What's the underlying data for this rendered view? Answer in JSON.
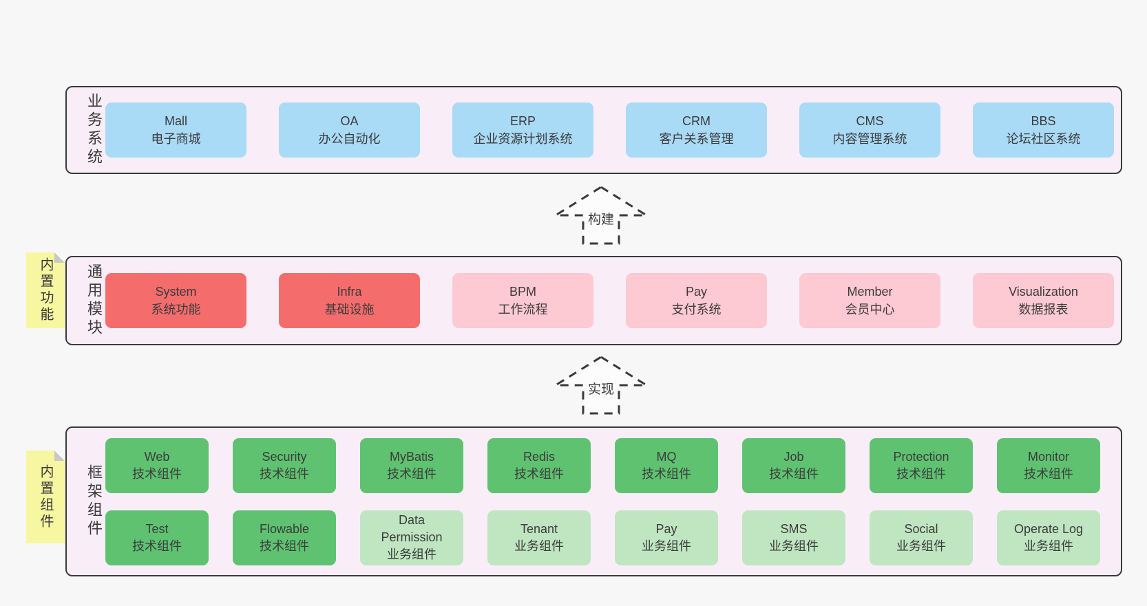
{
  "colors": {
    "page_bg": "#f7f7f7",
    "layer_bg": "#f9eef7",
    "layer_border": "#3a3a3a",
    "blue": "#a9daf6",
    "red": "#f56c6c",
    "pink": "#fdc9d2",
    "green_dark": "#5fc271",
    "green_light": "#bfe6c1",
    "sticky_yellow": "#f7f7a1",
    "text": "#3b3b3b"
  },
  "arrows": {
    "build": "构建",
    "implement": "实现"
  },
  "business_layer": {
    "label": "业务系统",
    "boxes": [
      {
        "name": "Mall",
        "desc": "电子商城"
      },
      {
        "name": "OA",
        "desc": "办公自动化"
      },
      {
        "name": "ERP",
        "desc": "企业资源计划系统"
      },
      {
        "name": "CRM",
        "desc": "客户关系管理"
      },
      {
        "name": "CMS",
        "desc": "内容管理系统"
      },
      {
        "name": "BBS",
        "desc": "论坛社区系统"
      }
    ]
  },
  "module_layer": {
    "label": "通用模块",
    "sticky": "内置功能",
    "boxes": [
      {
        "name": "System",
        "desc": "系统功能"
      },
      {
        "name": "Infra",
        "desc": "基础设施"
      },
      {
        "name": "BPM",
        "desc": "工作流程"
      },
      {
        "name": "Pay",
        "desc": "支付系统"
      },
      {
        "name": "Member",
        "desc": "会员中心"
      },
      {
        "name": "Visualization",
        "desc": "数据报表"
      }
    ]
  },
  "framework_layer": {
    "label": "框架组件",
    "sticky": "内置组件",
    "row1": [
      {
        "name": "Web",
        "desc": "技术组件"
      },
      {
        "name": "Security",
        "desc": "技术组件"
      },
      {
        "name": "MyBatis",
        "desc": "技术组件"
      },
      {
        "name": "Redis",
        "desc": "技术组件"
      },
      {
        "name": "MQ",
        "desc": "技术组件"
      },
      {
        "name": "Job",
        "desc": "技术组件"
      },
      {
        "name": "Protection",
        "desc": "技术组件"
      },
      {
        "name": "Monitor",
        "desc": "技术组件"
      }
    ],
    "row2": [
      {
        "name": "Test",
        "desc": "技术组件"
      },
      {
        "name": "Flowable",
        "desc": "技术组件"
      },
      {
        "name": "Data Permission",
        "desc": "业务组件"
      },
      {
        "name": "Tenant",
        "desc": "业务组件"
      },
      {
        "name": "Pay",
        "desc": "业务组件"
      },
      {
        "name": "SMS",
        "desc": "业务组件"
      },
      {
        "name": "Social",
        "desc": "业务组件"
      },
      {
        "name": "Operate Log",
        "desc": "业务组件"
      }
    ]
  }
}
